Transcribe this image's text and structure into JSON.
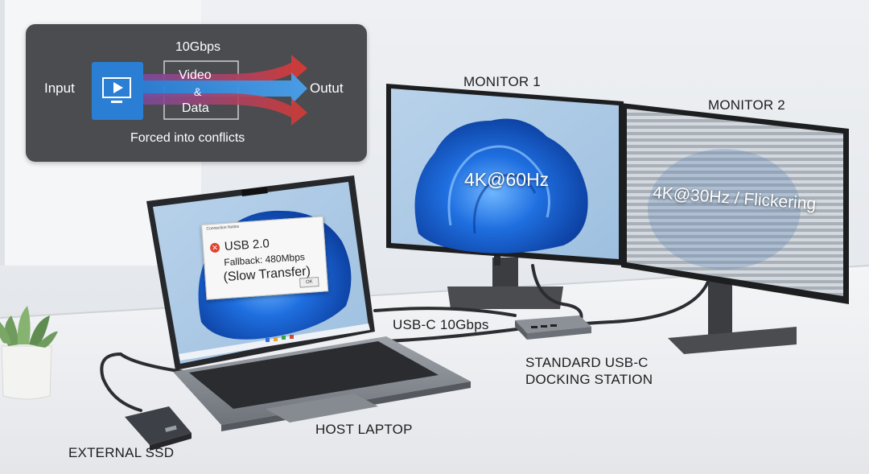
{
  "diagram": {
    "bandwidth": "10Gbps",
    "input_label": "Input",
    "video_label": "Video",
    "amp_label": "&",
    "data_label": "Data",
    "output_label": "Outut",
    "caption": "Forced into conflicts"
  },
  "monitor1": {
    "label": "MONITOR 1",
    "resolution": "4K@60Hz"
  },
  "monitor2": {
    "label": "MONITOR 2",
    "resolution": "4K@30Hz / Flickering"
  },
  "popup": {
    "title": "Connection Notice",
    "line1": "USB 2.0",
    "line2": "Fallback: 480Mbps",
    "line3": "(Slow Transfer)",
    "ok": "OK"
  },
  "labels": {
    "cable": "USB-C 10Gbps",
    "dock_line1": "STANDARD USB-C",
    "dock_line2": "DOCKING STATION",
    "laptop": "HOST LAPTOP",
    "ssd": "EXTERNAL SSD"
  },
  "colors": {
    "video_flow": "#2a7fd4",
    "data_flow": "#d63a33",
    "diagram_bg": "#4a4c50",
    "error_icon": "#e0442f"
  }
}
